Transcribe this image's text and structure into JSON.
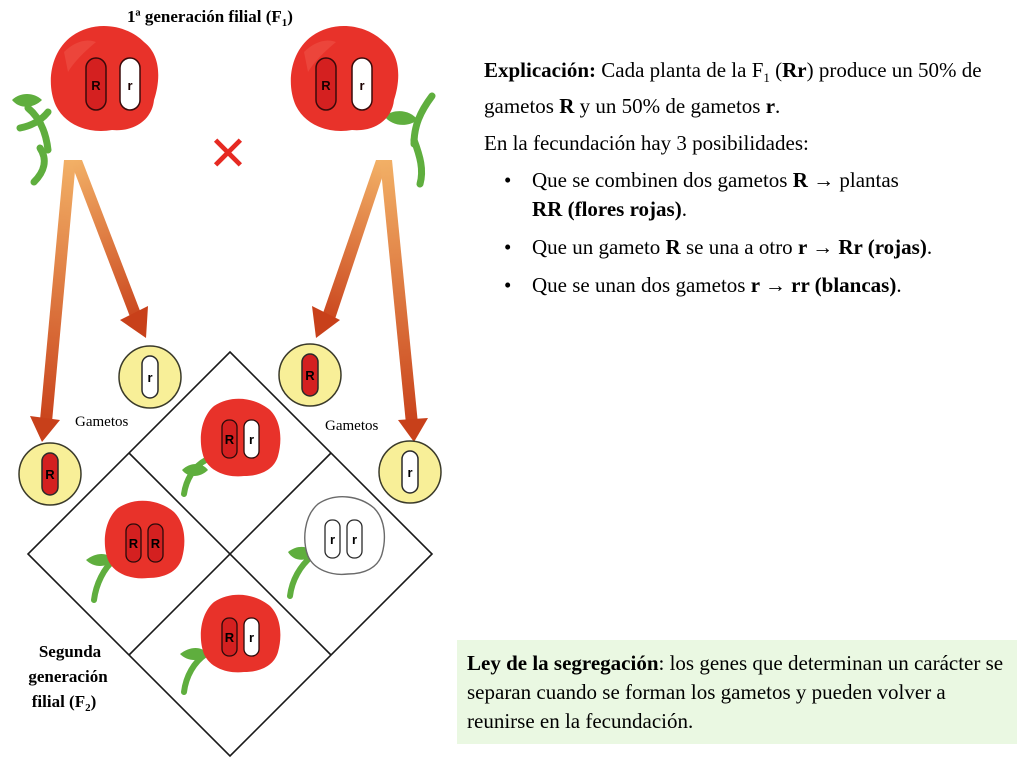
{
  "diagram": {
    "title_main": "1ª generación filial (F",
    "title_sub": "1",
    "title_close": ")",
    "gametes_label_left": "Gametos",
    "gametes_label_right": "Gametos",
    "f2_line1": "Segunda",
    "f2_line2": "generación",
    "f2_line3_main": "filial (F",
    "f2_line3_sub": "2",
    "f2_line3_close": ")",
    "allele_dominant": "R",
    "allele_recessive": "r",
    "cross_symbol": "✕",
    "colors": {
      "flower_red": "#e8322a",
      "flower_white": "#ffffff",
      "stem_green": "#5fae3e",
      "gamete_yellow": "#f8ef98",
      "arrow_orange": "#d8521e",
      "arrow_light": "#f2b066",
      "cross_red": "#e62a22"
    }
  },
  "explanation": {
    "label": "Explicación:",
    "t1": " Cada planta de la F",
    "t1_sub": "1",
    "t2": " (",
    "t2_bold": "Rr",
    "t3": ") produce un 50% de gametos ",
    "t3_bold": "R",
    "t4": " y un 50% de gametos ",
    "t4_bold": "r",
    "t5": ".",
    "possibilities": "En la fecundación hay 3 posibilidades:",
    "bullets": [
      {
        "a": "Que se combinen dos gametos ",
        "b": "R",
        "c": " → plantas ",
        "d": "RR (flores rojas)",
        "e": "."
      },
      {
        "a": "Que un gameto ",
        "b": "R",
        "c": " se una a otro ",
        "d": "r → Rr (rojas)",
        "e": "."
      },
      {
        "a": "Que se unan dos gametos ",
        "b": "r → rr (blancas)",
        "c": "",
        "d": "",
        "e": "."
      }
    ]
  },
  "law": {
    "title": "Ley de la segregación",
    "text": ": los genes que determinan un carácter se separan cuando se forman los gametos y pueden volver a reunirse en la fecundación."
  }
}
